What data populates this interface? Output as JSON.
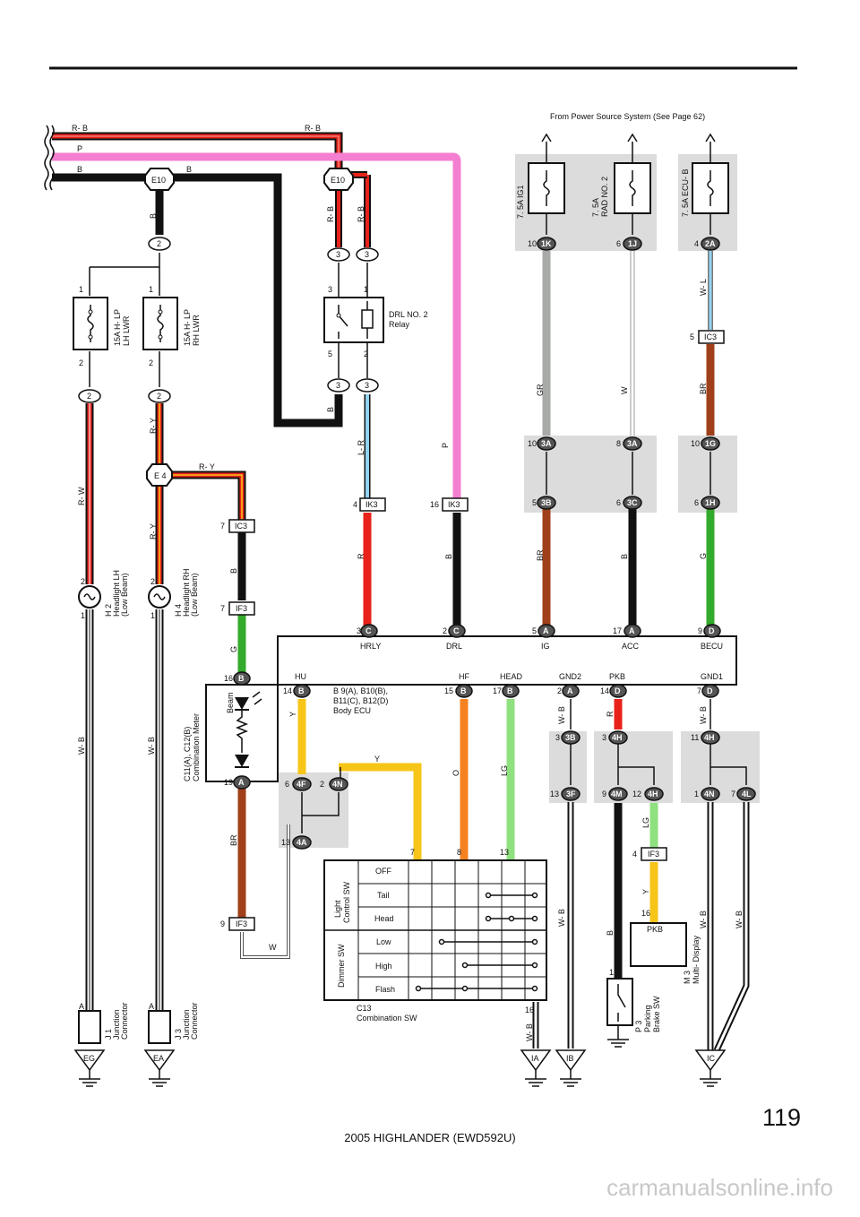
{
  "page": {
    "number": "119",
    "footer": "2005 HIGHLANDER (EWD592U)",
    "watermark": "carmanualsonline.info"
  },
  "power_source_note": "From Power Source System (See Page 62)",
  "wire_colors": {
    "R-B": "R- B",
    "P": "P",
    "B": "B",
    "R-Y": "R- Y",
    "R-W": "R- W",
    "W-B": "W- B",
    "L-R": "L- R",
    "GR": "GR",
    "W": "W",
    "W-L": "W- L",
    "BR": "BR",
    "R": "R",
    "G": "G",
    "Y": "Y",
    "O": "O",
    "LG": "LG"
  },
  "connectors": {
    "E10": "E10",
    "E4": "E 4",
    "IC3": "IC3",
    "IF3": "IF3",
    "IK3": "IK3",
    "n2": "2",
    "n3": "3",
    "B": "B",
    "A": "A",
    "C": "C",
    "D": "D",
    "n1K": "1K",
    "n1J": "1J",
    "n2A": "2A",
    "n3A": "3A",
    "n1G": "1G",
    "n3B": "3B",
    "n3C": "3C",
    "n1H": "1H",
    "n4F": "4F",
    "n4N": "4N",
    "n4A": "4A",
    "n4H": "4H",
    "n3F": "3F",
    "n4M": "4M",
    "n4L": "4L"
  },
  "fuses": {
    "lh": [
      "15A H- LP",
      "LH LWR"
    ],
    "rh": [
      "15A H- LP",
      "RH LWR"
    ],
    "ig1": "7. 5A IG1",
    "rad": [
      "7. 5A",
      "RAD NO. 2"
    ],
    "ecub": "7. 5A ECU- B"
  },
  "relay": [
    "DRL NO. 2",
    "Relay"
  ],
  "headlight_lh": [
    "H 2",
    "Headlight LH",
    "(Low Beam)"
  ],
  "headlight_rh": [
    "H 4",
    "Headlight RH",
    "(Low Beam)"
  ],
  "meter": [
    "C11(A), C12(B)",
    "Combination Meter"
  ],
  "beam": "Beam",
  "body_ecu": {
    "label": [
      "B 9(A), B10(B),",
      "B11(C), B12(D)",
      "Body ECU"
    ],
    "top_pins": [
      "HRLY",
      "DRL",
      "IG",
      "ACC",
      "BECU"
    ],
    "bottom_pins": [
      "HU",
      "HF",
      "HEAD",
      "GND2",
      "PKB",
      "GND1"
    ]
  },
  "combination_sw": {
    "label": [
      "C13",
      "Combination SW"
    ],
    "light_group": [
      "Light",
      "Control SW"
    ],
    "dimmer_group": "Dimmer SW",
    "rows": [
      "OFF",
      "Tail",
      "Head",
      "Low",
      "High",
      "Flash"
    ]
  },
  "junction_lh": [
    "J 1",
    "Junction",
    "Connector"
  ],
  "junction_rh": [
    "J 3",
    "Junction",
    "Connector"
  ],
  "pkb_box": "PKB",
  "parking_brake": [
    "P 3",
    "Parking",
    "Brake SW"
  ],
  "multi_display": [
    "M 3",
    "Multi- Display"
  ],
  "grounds": [
    "EG",
    "EA",
    "IA",
    "IB",
    "IC"
  ],
  "pins": {
    "p1": "1",
    "p2": "2",
    "p3": "3",
    "p4": "4",
    "p5": "5",
    "p6": "6",
    "p7": "7",
    "p8": "8",
    "p9": "9",
    "p10": "10",
    "p11": "11",
    "p12": "12",
    "p13": "13",
    "p14": "14",
    "p15": "15",
    "p16": "16",
    "p17": "17",
    "p19": "19",
    "pA": "A"
  },
  "colors": {
    "red": "#e8221b",
    "black": "#111111",
    "pink": "#f47fd0",
    "yellow": "#f7c518",
    "orange": "#f58220",
    "green": "#33aa2b",
    "lightgreen": "#8fe07e",
    "brown": "#a0401a",
    "gray": "#a7aaa7",
    "lightblue": "#93d4f3",
    "shade": "#dcdcdc"
  }
}
